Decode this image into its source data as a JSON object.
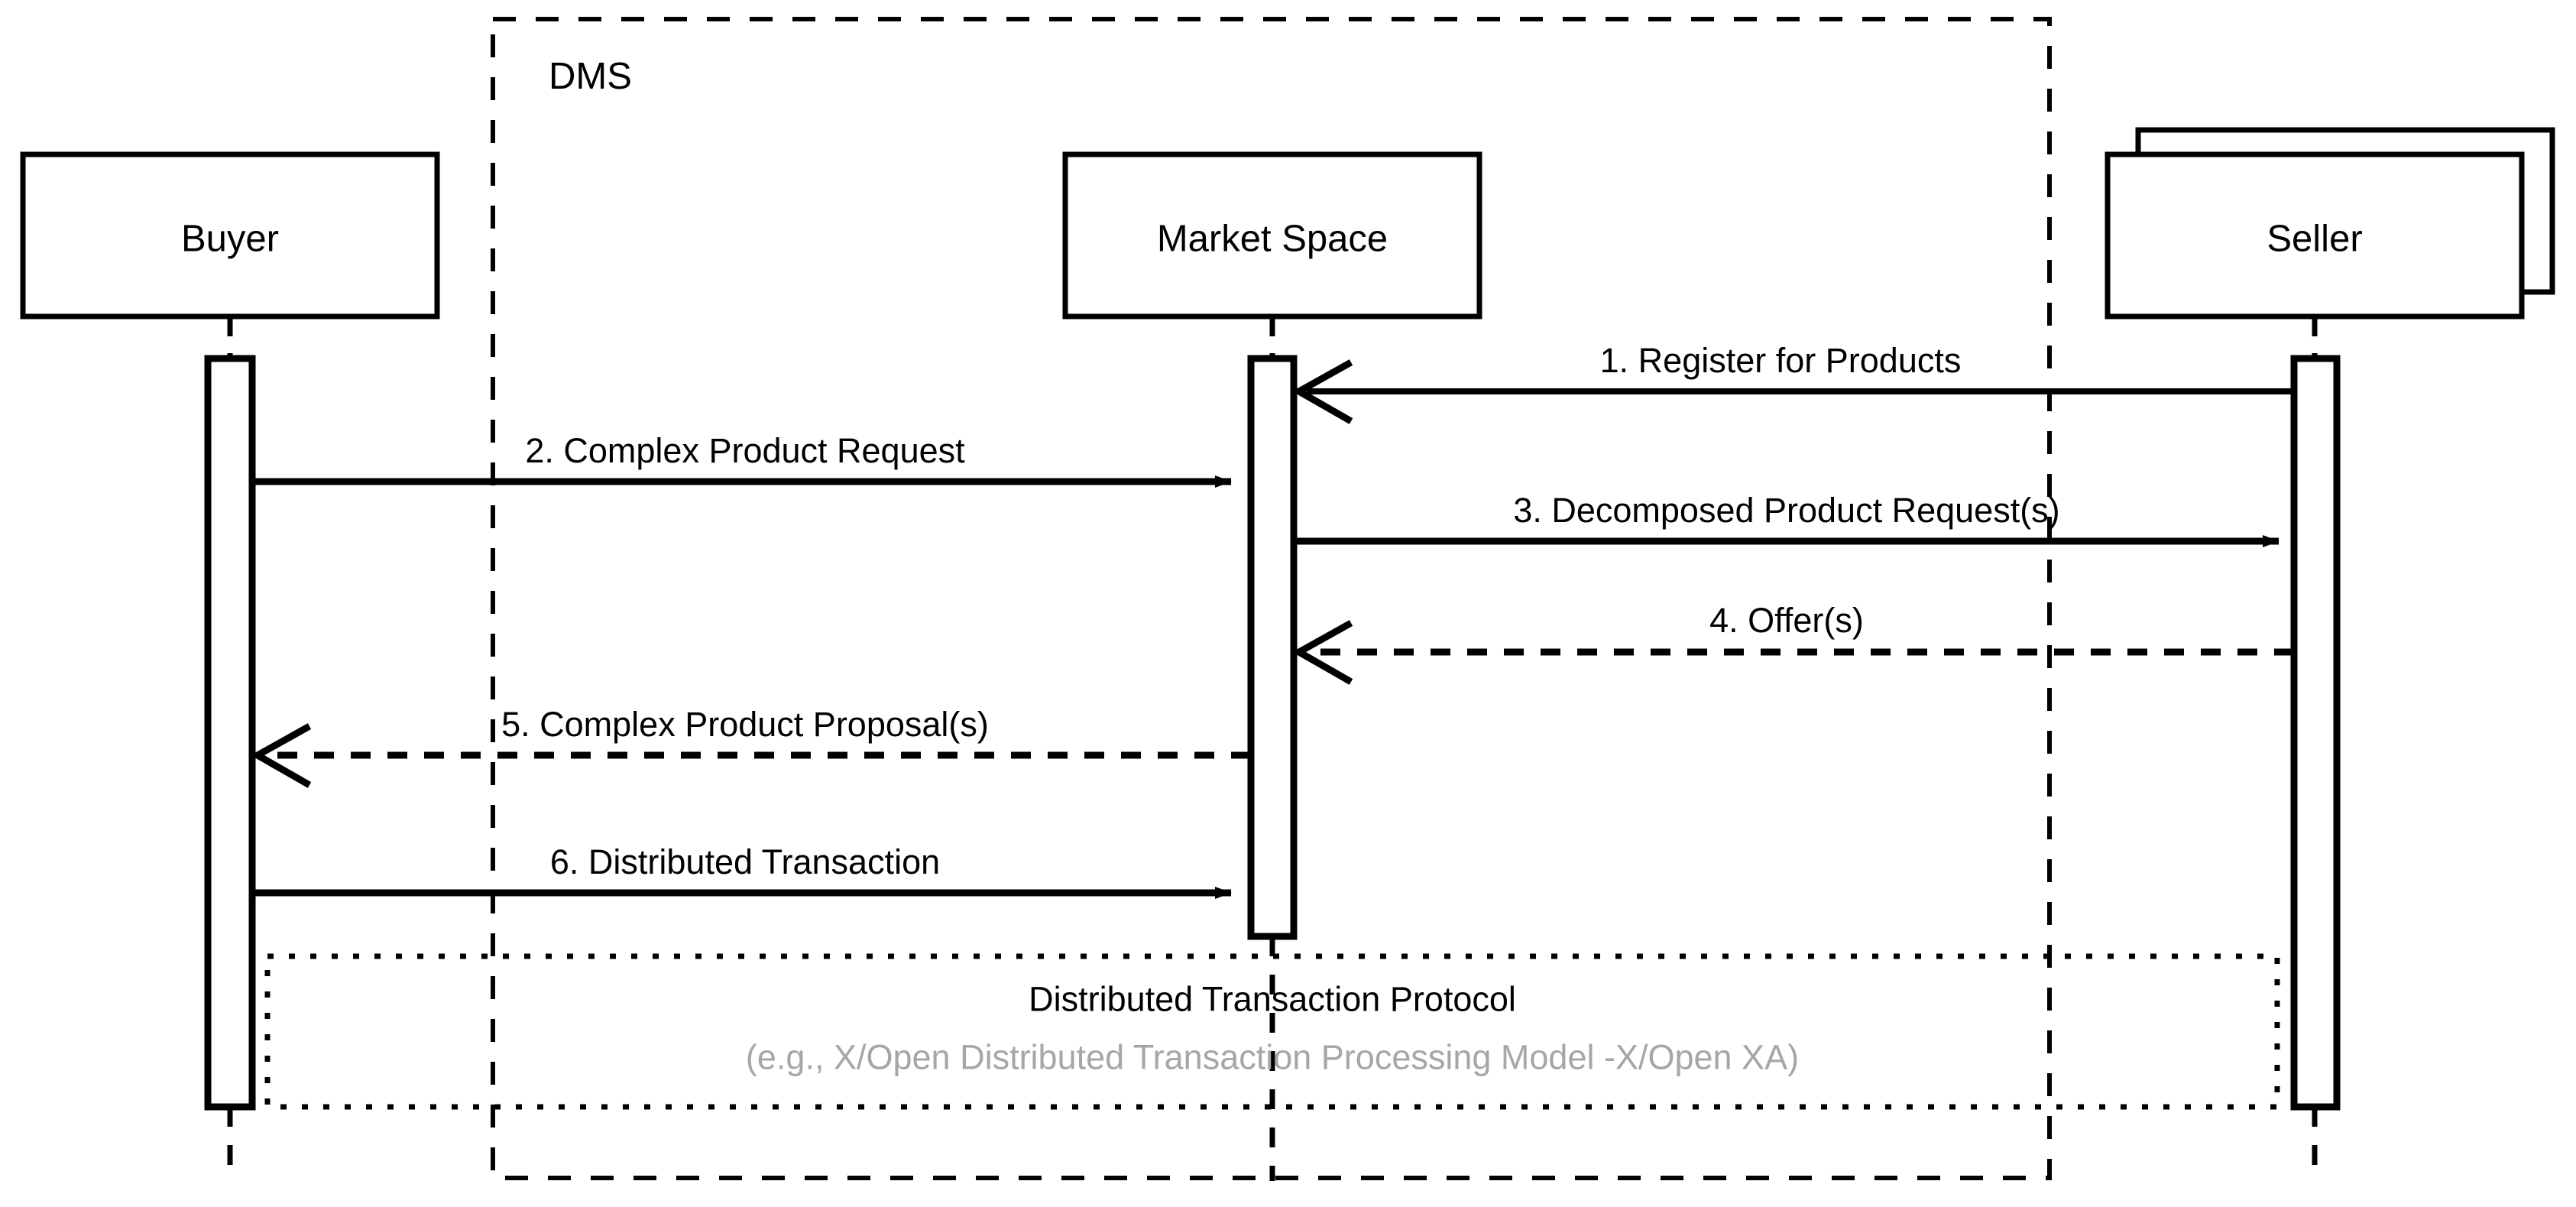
{
  "diagram": {
    "type": "uml-sequence-diagram",
    "background_color": "#ffffff",
    "line_color": "#000000",
    "muted_text_color": "#a6a6a6"
  },
  "frame": {
    "label": "DMS",
    "border_style": "dashed"
  },
  "lifelines": [
    {
      "id": "buyer",
      "label": "Buyer",
      "shape": "single-box"
    },
    {
      "id": "market-space",
      "label": "Market Space",
      "shape": "single-box"
    },
    {
      "id": "seller",
      "label": "Seller",
      "shape": "stacked-box"
    }
  ],
  "messages": [
    {
      "number": "1.",
      "label": "1. Register for Products",
      "from": "seller",
      "to": "market-space",
      "style": "solid",
      "arrowhead": "open"
    },
    {
      "number": "2.",
      "label": "2. Complex Product Request",
      "from": "buyer",
      "to": "market-space",
      "style": "solid",
      "arrowhead": "filled"
    },
    {
      "number": "3.",
      "label": "3. Decomposed Product Request(s)",
      "from": "market-space",
      "to": "seller",
      "style": "solid",
      "arrowhead": "filled"
    },
    {
      "number": "4.",
      "label": "4. Offer(s)",
      "from": "seller",
      "to": "market-space",
      "style": "dashed",
      "arrowhead": "open"
    },
    {
      "number": "5.",
      "label": "5. Complex Product Proposal(s)",
      "from": "market-space",
      "to": "buyer",
      "style": "dashed",
      "arrowhead": "open"
    },
    {
      "number": "6.",
      "label": "6. Distributed Transaction",
      "from": "buyer",
      "to": "market-space",
      "style": "solid",
      "arrowhead": "filled"
    }
  ],
  "note": {
    "title": "Distributed Transaction Protocol",
    "subtitle": "(e.g., X/Open Distributed Transaction Processing Model -X/Open XA)",
    "border_style": "dotted"
  }
}
